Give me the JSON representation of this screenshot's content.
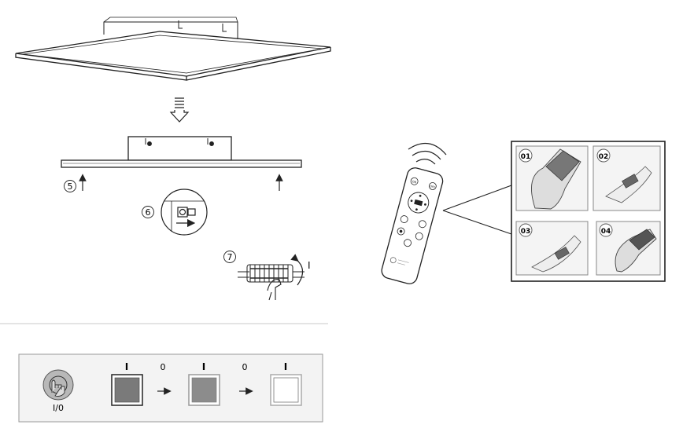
{
  "steps": [
    {
      "num": "5"
    },
    {
      "num": "6"
    },
    {
      "num": "7"
    }
  ],
  "switch_mark": "I",
  "bottom_panel": {
    "switch_label": "I/0",
    "states": [
      {
        "label": "I",
        "level": "dim"
      },
      {
        "label": "0"
      },
      {
        "label": "I",
        "level": "medium"
      },
      {
        "label": "0"
      },
      {
        "label": "I",
        "level": "bright"
      }
    ]
  },
  "remote": {
    "buttons": [
      "ON",
      "OFF"
    ]
  },
  "battery_steps": [
    "01",
    "02",
    "03",
    "04"
  ],
  "colors": {
    "stroke": "#222222",
    "dim_fill": "#7a7a7a",
    "medium_fill": "#8c8c8c",
    "bright_fill": "#ffffff"
  }
}
